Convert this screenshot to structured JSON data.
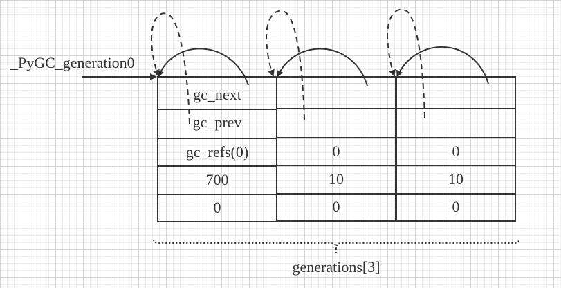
{
  "diagram": {
    "pointer_label": "_PyGC_generation0",
    "brace_label": "generations[3]",
    "generations": [
      {
        "gc_next": "gc_next",
        "gc_prev": "gc_prev",
        "gc_refs": "gc_refs(0)",
        "threshold": "700",
        "count": "0"
      },
      {
        "gc_next": "",
        "gc_prev": "",
        "gc_refs": "0",
        "threshold": "10",
        "count": "0"
      },
      {
        "gc_next": "",
        "gc_prev": "",
        "gc_refs": "0",
        "threshold": "10",
        "count": "0"
      }
    ],
    "colors": {
      "line": "#333333",
      "grid_major": "#d4d4d4",
      "grid_minor": "#efefef",
      "background": "#ffffff"
    }
  }
}
